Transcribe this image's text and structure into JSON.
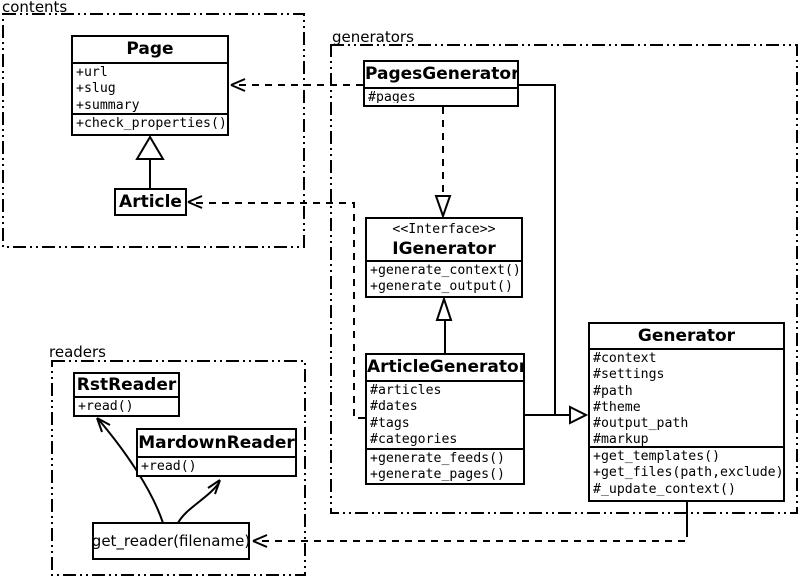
{
  "diagram_title": "UML class diagram (pelican-style architecture)",
  "colors": {
    "line": "#000000",
    "background": "#ffffff"
  },
  "packages": {
    "contents": {
      "label": "contents"
    },
    "generators": {
      "label": "generators"
    },
    "readers": {
      "label": "readers"
    }
  },
  "classes": {
    "page": {
      "title": "Page",
      "attrs": [
        "+url",
        "+slug",
        "+summary"
      ],
      "methods": [
        "+check_properties()"
      ]
    },
    "article": {
      "title": "Article"
    },
    "pages_generator": {
      "title": "PagesGenerator",
      "attrs": [
        "#pages"
      ]
    },
    "igenerator": {
      "stereotype": "<<Interface>>",
      "title": "IGenerator",
      "methods": [
        "+generate_context()",
        "+generate_output()"
      ]
    },
    "article_generator": {
      "title": "ArticleGenerator",
      "attrs": [
        "#articles",
        "#dates",
        "#tags",
        "#categories"
      ],
      "methods": [
        "+generate_feeds()",
        "+generate_pages()"
      ]
    },
    "generator": {
      "title": "Generator",
      "attrs": [
        "#context",
        "#settings",
        "#path",
        "#theme",
        "#output_path",
        "#markup"
      ],
      "methods": [
        "+get_templates()",
        "+get_files(path,exclude)",
        "#_update_context()"
      ]
    },
    "rst_reader": {
      "title": "RstReader",
      "methods": [
        "+read()"
      ]
    },
    "mardown_reader": {
      "title": "MardownReader",
      "methods": [
        "+read()"
      ]
    },
    "get_reader": {
      "label": "get_reader(filename)"
    }
  },
  "relations": [
    {
      "from": "Article",
      "to": "Page",
      "type": "inheritance-solid-hollow-triangle"
    },
    {
      "from": "PagesGenerator",
      "to": "Page",
      "type": "dependency-dashed-open-arrow"
    },
    {
      "from": "ArticleGenerator",
      "to": "Article",
      "type": "dependency-dashed-open-arrow"
    },
    {
      "from": "PagesGenerator",
      "to": "IGenerator",
      "type": "realization-dashed-hollow-triangle"
    },
    {
      "from": "ArticleGenerator",
      "to": "IGenerator",
      "type": "inheritance-solid-hollow-triangle"
    },
    {
      "from": "PagesGenerator",
      "to": "Generator",
      "type": "inheritance-solid-hollow-triangle"
    },
    {
      "from": "ArticleGenerator",
      "to": "Generator",
      "type": "inheritance-solid-hollow-triangle"
    },
    {
      "from": "Generator",
      "to": "get_reader(filename)",
      "type": "dependency-dashed-open-arrow"
    },
    {
      "from": "get_reader(filename)",
      "to": "RstReader",
      "type": "curved-open-arrow"
    },
    {
      "from": "get_reader(filename)",
      "to": "MardownReader",
      "type": "curved-open-arrow"
    }
  ]
}
